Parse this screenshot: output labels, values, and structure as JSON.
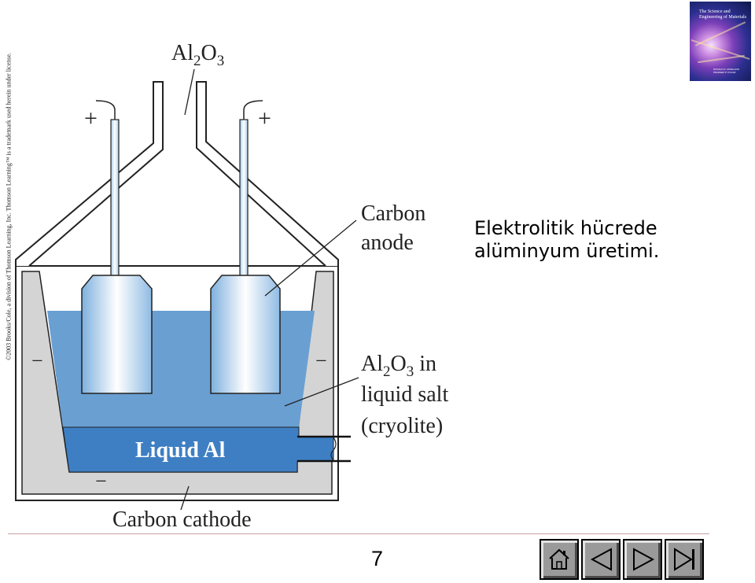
{
  "copyright": "©2003 Brooks/Cole, a division of Thomson Learning, Inc. Thomson Learning™ is a trademark used herein under license.",
  "diagram": {
    "feed_label_base": "Al",
    "feed_label_sub1": "2",
    "feed_label_mid": "O",
    "feed_label_sub2": "3",
    "plus_left": "+",
    "plus_right": "+",
    "minus_left": "−",
    "minus_right": "−",
    "minus_bottom": "−",
    "anode_line1": "Carbon",
    "anode_line2": "anode",
    "electrolyte_line1_a": "Al",
    "electrolyte_line1_b": "2",
    "electrolyte_line1_c": "O",
    "electrolyte_line1_d": "3",
    "electrolyte_line1_e": " in",
    "electrolyte_line2": "liquid salt",
    "electrolyte_line3": "(cryolite)",
    "liquid_al": "Liquid Al",
    "cathode": "Carbon cathode"
  },
  "caption": {
    "line1": "Elektrolitik hücrede",
    "line2": "alüminyum üretimi."
  },
  "book_cover": {
    "title": "The Science and Engineering of Materials",
    "edition": "FOURTH EDITION",
    "authors": "DONALD R. ASKELAND PRADEEP P. PHULÉ"
  },
  "page_number": "7",
  "nav": {
    "home_icon": "home-icon",
    "prev_icon": "triangle-left-icon",
    "next_icon": "triangle-right-icon",
    "last_icon": "skip-to-end-icon"
  },
  "colors": {
    "electrolyte": "#6a9fd2",
    "liquid_al": "#3e7fc3",
    "cell_wall": "#d4d4d4",
    "anode": "#9dc4e6"
  }
}
